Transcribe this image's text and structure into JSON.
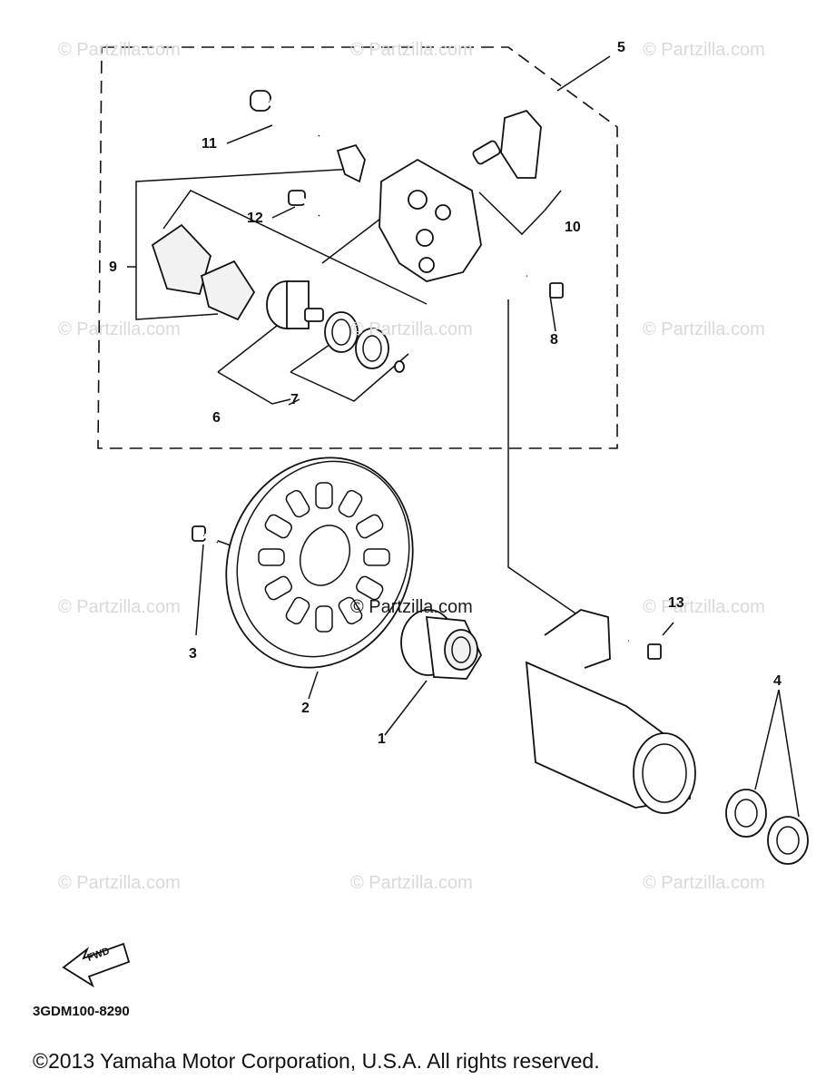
{
  "watermarks": [
    "© Partzilla.com",
    "© Partzilla.com",
    "© Partzilla.com",
    "© Partzilla.com",
    "© Partzilla.com",
    "© Partzilla.com",
    "© Partzilla.com",
    "© Partzilla.com",
    "© Partzilla.com",
    "© Partzilla.com",
    "© Partzilla.com",
    "© Partzilla.com"
  ],
  "callouts": {
    "c1": "1",
    "c2": "2",
    "c3": "3",
    "c4": "4",
    "c5": "5",
    "c6": "6",
    "c7": "7",
    "c8": "8",
    "c9": "9",
    "c10": "10",
    "c11": "11",
    "c12": "12",
    "c13": "13"
  },
  "fwd_label": "FWD",
  "diagram_code": "3GDM100-8290",
  "copyright": "©2013  Yamaha Motor Corporation, U.S.A. All rights reserved."
}
